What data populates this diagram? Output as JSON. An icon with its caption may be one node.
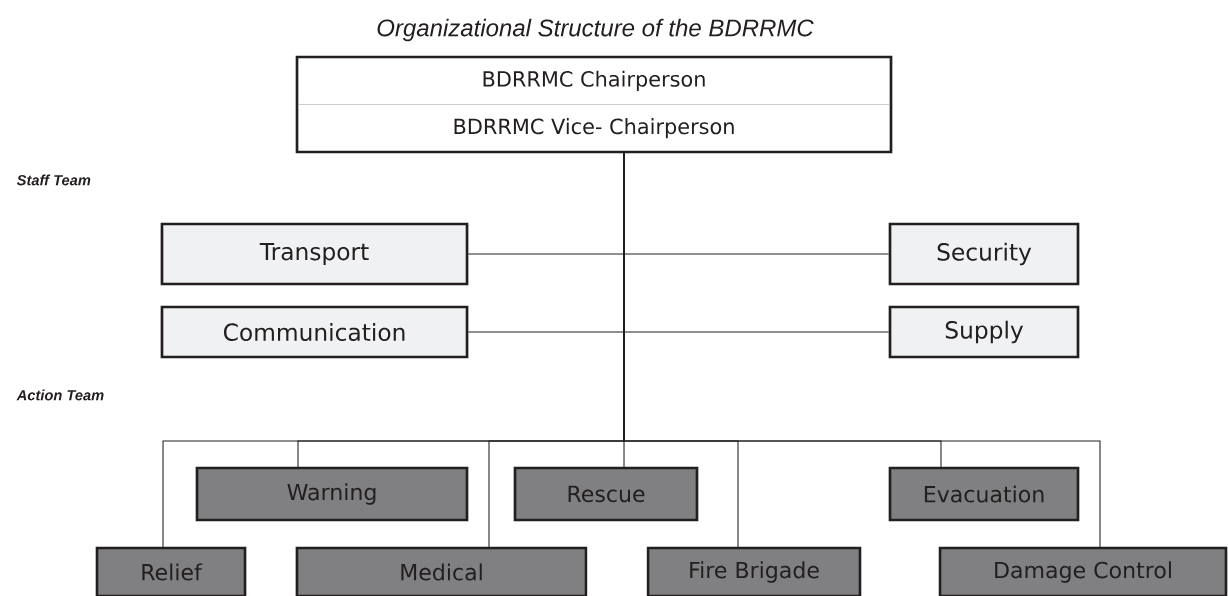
{
  "diagram": {
    "title": "Organizational Structure of the BDRRMC",
    "nodes": [
      {
        "text": [
          "BDRRMC Chairperson",
          "BDRRMC Vice- Chairperson"
        ]
      },
      {
        "text": [
          "Transport"
        ]
      },
      {
        "text": [
          "Security"
        ]
      },
      {
        "text": [
          "Communication"
        ]
      },
      {
        "text": [
          "Supply"
        ]
      },
      {
        "text": [
          "Warning"
        ]
      },
      {
        "text": [
          "Rescue"
        ]
      },
      {
        "text": [
          "Evacuation"
        ]
      },
      {
        "text": [
          "Relief"
        ]
      },
      {
        "text": [
          "Medical"
        ]
      },
      {
        "text": [
          "Fire Brigade"
        ]
      },
      {
        "text": [
          "Damage Control"
        ]
      }
    ],
    "edges": [
      {
        "from": 0,
        "to": 1,
        "arrow": "none"
      },
      {
        "from": 0,
        "to": 2,
        "arrow": "none"
      },
      {
        "from": 0,
        "to": 3,
        "arrow": "none"
      },
      {
        "from": 0,
        "to": 4,
        "arrow": "none"
      },
      {
        "from": 0,
        "to": 5,
        "arrow": "none"
      },
      {
        "from": 0,
        "to": 6,
        "arrow": "none"
      },
      {
        "from": 0,
        "to": 7,
        "arrow": "none"
      },
      {
        "from": 0,
        "to": 8,
        "arrow": "none"
      },
      {
        "from": 0,
        "to": 9,
        "arrow": "none"
      },
      {
        "from": 0,
        "to": 10,
        "arrow": "none"
      },
      {
        "from": 0,
        "to": 11,
        "arrow": "none"
      }
    ],
    "labels": [
      "Staff Team",
      "Action Team"
    ]
  }
}
